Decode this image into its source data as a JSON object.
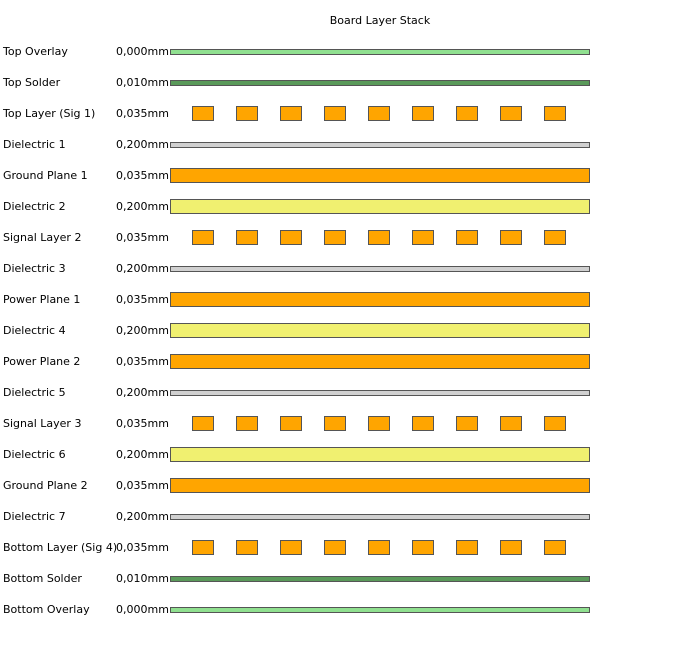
{
  "title": "Board Layer Stack",
  "colors": {
    "overlay": "#90e090",
    "solder": "#5a9a5a",
    "copper": "#ffa500",
    "dielectric_core": "#f0f070",
    "dielectric_prepreg": "#d0d0d0"
  },
  "layers": [
    {
      "name": "Top Overlay",
      "thickness": "0,000mm",
      "style": "overlay"
    },
    {
      "name": "Top Solder",
      "thickness": "0,010mm",
      "style": "solder"
    },
    {
      "name": "Top Layer (Sig 1)",
      "thickness": "0,035mm",
      "style": "signal"
    },
    {
      "name": "Dielectric 1",
      "thickness": "0,200mm",
      "style": "prepreg"
    },
    {
      "name": "Ground Plane 1",
      "thickness": "0,035mm",
      "style": "plane"
    },
    {
      "name": "Dielectric 2",
      "thickness": "0,200mm",
      "style": "core"
    },
    {
      "name": "Signal Layer 2",
      "thickness": "0,035mm",
      "style": "signal"
    },
    {
      "name": "Dielectric 3",
      "thickness": "0,200mm",
      "style": "prepreg"
    },
    {
      "name": "Power Plane 1",
      "thickness": "0,035mm",
      "style": "plane"
    },
    {
      "name": "Dielectric 4",
      "thickness": "0,200mm",
      "style": "core"
    },
    {
      "name": "Power Plane 2",
      "thickness": "0,035mm",
      "style": "plane"
    },
    {
      "name": "Dielectric 5",
      "thickness": "0,200mm",
      "style": "prepreg"
    },
    {
      "name": "Signal Layer 3",
      "thickness": "0,035mm",
      "style": "signal"
    },
    {
      "name": "Dielectric 6",
      "thickness": "0,200mm",
      "style": "core"
    },
    {
      "name": "Ground Plane 2",
      "thickness": "0,035mm",
      "style": "plane"
    },
    {
      "name": "Dielectric 7",
      "thickness": "0,200mm",
      "style": "prepreg"
    },
    {
      "name": "Bottom Layer (Sig 4)",
      "thickness": "0,035mm",
      "style": "signal"
    },
    {
      "name": "Bottom Solder",
      "thickness": "0,010mm",
      "style": "solder"
    },
    {
      "name": "Bottom Overlay",
      "thickness": "0,000mm",
      "style": "overlay"
    }
  ]
}
